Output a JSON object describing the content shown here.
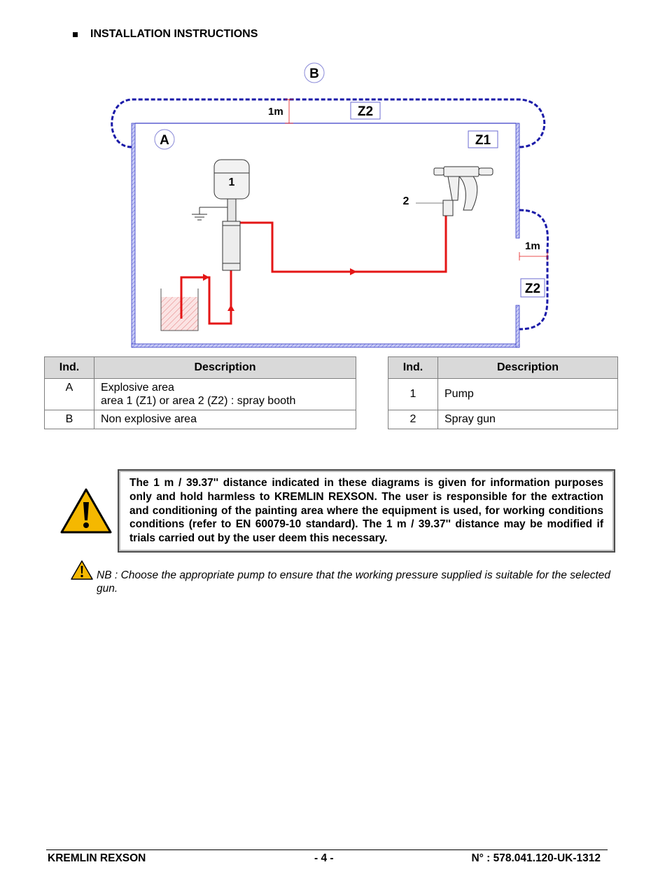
{
  "header": {
    "title": "INSTALLATION INSTRUCTIONS"
  },
  "diagram": {
    "labels": {
      "zone_a": "A",
      "zone_b": "B",
      "z1": "Z1",
      "z2_top": "Z2",
      "z2_right": "Z2",
      "distance_top": "1m",
      "distance_right": "1m",
      "item_pump": "1",
      "item_gun": "2"
    },
    "colors": {
      "zone_boundary": "#1a1aa8",
      "booth_wall": "#b0b4f0",
      "fluid_line": "#e41616",
      "tank_fill": "#f4b6b6"
    }
  },
  "table_left": {
    "headers": [
      "Ind.",
      "Description"
    ],
    "rows": [
      {
        "ind": "A",
        "desc_line1": "Explosive area",
        "desc_line2": "area 1 (Z1) or area 2 (Z2) : spray booth"
      },
      {
        "ind": "B",
        "desc_line1": "Non explosive area"
      }
    ]
  },
  "table_right": {
    "headers": [
      "Ind.",
      "Description"
    ],
    "rows": [
      {
        "ind": "1",
        "desc": "Pump"
      },
      {
        "ind": "2",
        "desc": "Spray gun"
      }
    ]
  },
  "warning": {
    "icon": "warning-triangle-icon",
    "text": "The 1 m / 39.37'' distance indicated in these diagrams is given for information purposes only and hold harmless to KREMLIN REXSON. The user is responsible for the extraction and conditioning of the painting area where the equipment is used, for working conditions conditions (refer to EN 60079-10 standard). The 1 m / 39.37'' distance may be modified if trials carried out by the user deem this necessary."
  },
  "note": {
    "icon": "warning-triangle-icon",
    "text": "NB : Choose the appropriate pump to ensure that the working pressure supplied is suitable for the selected gun."
  },
  "footer": {
    "company": "KREMLIN REXSON",
    "page": "- 4 -",
    "doc_number": "N° : 578.041.120-UK-1312"
  }
}
